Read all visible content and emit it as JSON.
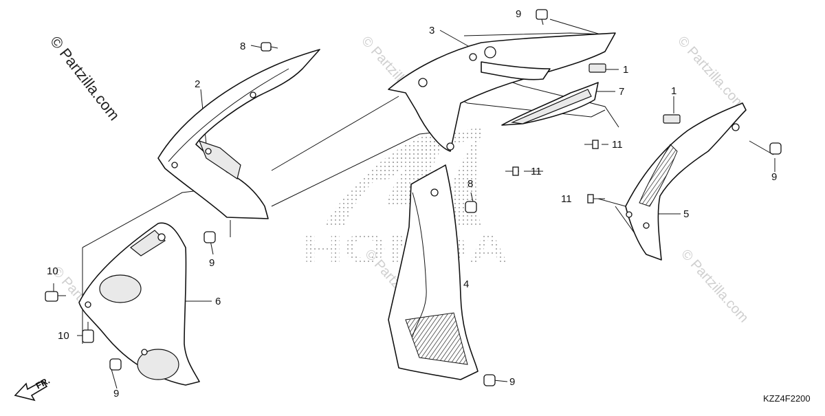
{
  "watermark": {
    "main": "© Partzilla.com",
    "repeat": "© Partzilla.com",
    "logo": "HONDA"
  },
  "diagram_code": "KZZ4F2200",
  "direction_label": "FR.",
  "callouts": [
    {
      "id": "c-1a",
      "label": "1"
    },
    {
      "id": "c-1b",
      "label": "1"
    },
    {
      "id": "c-2",
      "label": "2"
    },
    {
      "id": "c-3",
      "label": "3"
    },
    {
      "id": "c-4",
      "label": "4"
    },
    {
      "id": "c-5",
      "label": "5"
    },
    {
      "id": "c-6",
      "label": "6"
    },
    {
      "id": "c-7",
      "label": "7"
    },
    {
      "id": "c-8a",
      "label": "8"
    },
    {
      "id": "c-8b",
      "label": "8"
    },
    {
      "id": "c-9a",
      "label": "9"
    },
    {
      "id": "c-9b",
      "label": "9"
    },
    {
      "id": "c-9c",
      "label": "9"
    },
    {
      "id": "c-9d",
      "label": "9"
    },
    {
      "id": "c-9e",
      "label": "9"
    },
    {
      "id": "c-10a",
      "label": "10"
    },
    {
      "id": "c-10b",
      "label": "10"
    },
    {
      "id": "c-11a",
      "label": "11"
    },
    {
      "id": "c-11b",
      "label": "11"
    },
    {
      "id": "c-11c",
      "label": "11"
    }
  ]
}
